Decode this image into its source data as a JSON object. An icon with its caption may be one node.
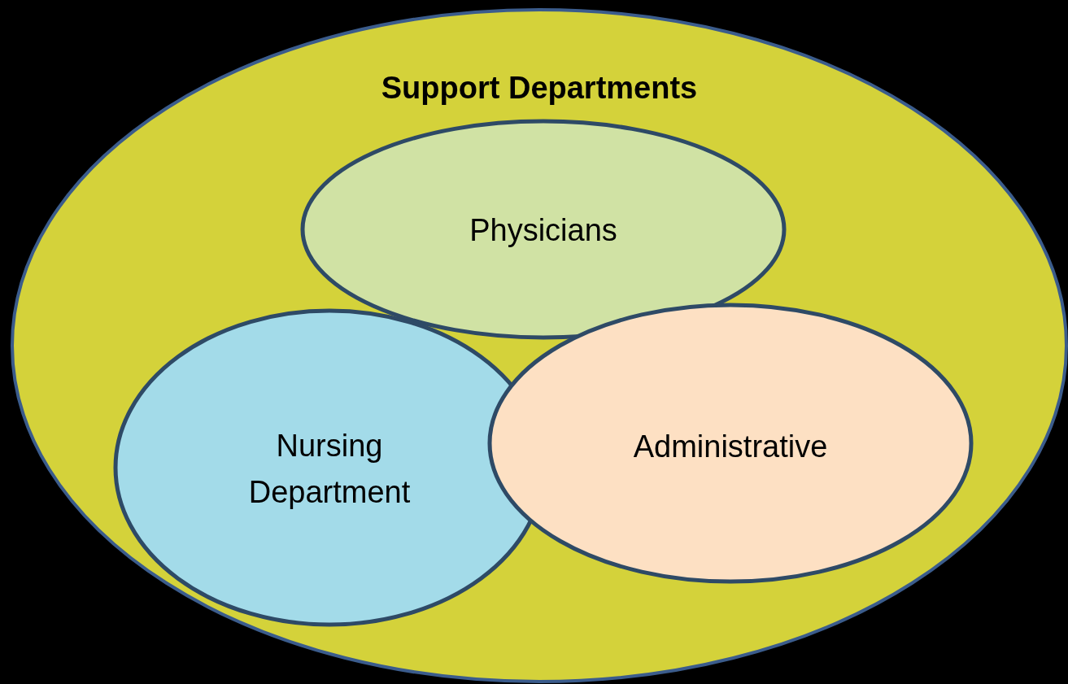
{
  "diagram": {
    "nodes": [
      {
        "text": [
          "Support Departments"
        ]
      },
      {
        "text": [
          "Physicians"
        ],
        "in": 0
      },
      {
        "text": [
          "Nursing Department"
        ],
        "in": 0
      },
      {
        "text": [
          "Administrative"
        ],
        "in": 0
      }
    ]
  }
}
